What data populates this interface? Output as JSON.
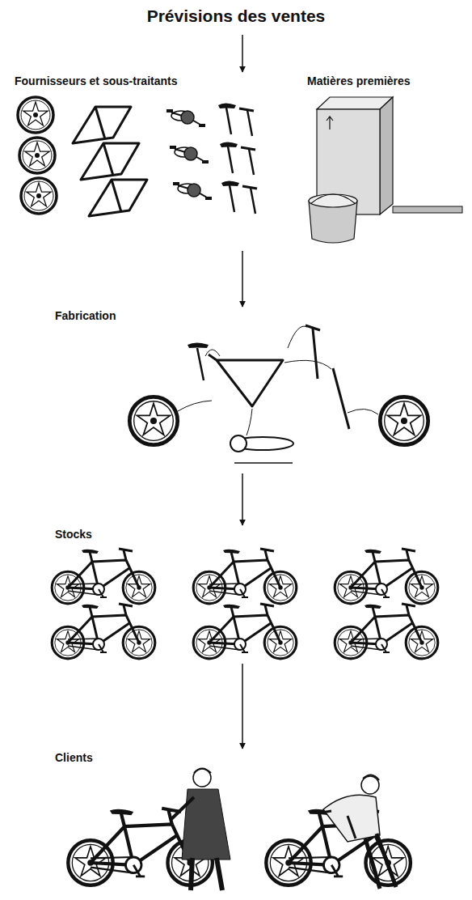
{
  "diagram": {
    "nodes": [
      {
        "text": [
          "Prévisions des ventes"
        ]
      },
      {
        "text": [
          "Fournisseurs et sous-traitants"
        ]
      },
      {
        "text": [
          "Matières premières"
        ]
      },
      {
        "text": [
          "Fabrication"
        ]
      },
      {
        "text": [
          "Stocks"
        ]
      },
      {
        "text": [
          "Clients"
        ]
      }
    ],
    "edges": [
      {
        "from": 0,
        "to": 1,
        "arrow": "to"
      },
      {
        "from": 1,
        "to": 3,
        "arrow": "to"
      },
      {
        "from": 3,
        "to": 4,
        "arrow": "to"
      },
      {
        "from": 4,
        "to": 5,
        "arrow": "to"
      }
    ]
  }
}
